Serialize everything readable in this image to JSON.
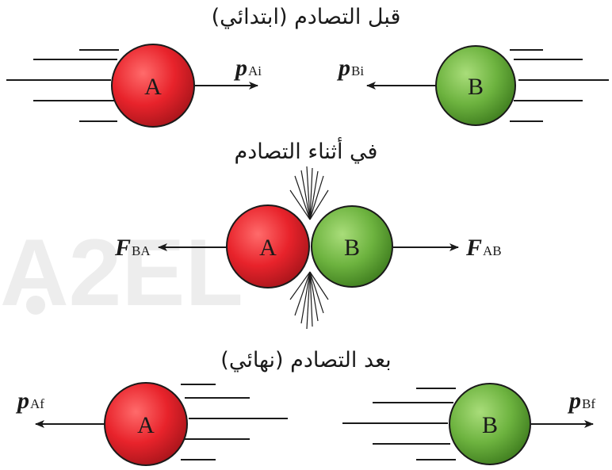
{
  "watermark": "A2EL",
  "colors": {
    "ball_a": "#e8232b",
    "ball_b": "#6db33f",
    "ink": "#1a1a1a"
  },
  "stages": {
    "before": {
      "title": "قبل التصادم (ابتدائي)",
      "ball_a_label": "A",
      "ball_b_label": "B",
      "vec_a_main": "p",
      "vec_a_sub": "Ai",
      "vec_b_main": "p",
      "vec_b_sub": "Bi"
    },
    "during": {
      "title": "في أثناء التصادم",
      "ball_a_label": "A",
      "ball_b_label": "B",
      "force_left_main": "F",
      "force_left_sub": "BA",
      "force_right_main": "F",
      "force_right_sub": "AB"
    },
    "after": {
      "title": "بعد التصادم (نهائي)",
      "ball_a_label": "A",
      "ball_b_label": "B",
      "vec_a_main": "p",
      "vec_a_sub": "Af",
      "vec_b_main": "p",
      "vec_b_sub": "Bf"
    }
  }
}
